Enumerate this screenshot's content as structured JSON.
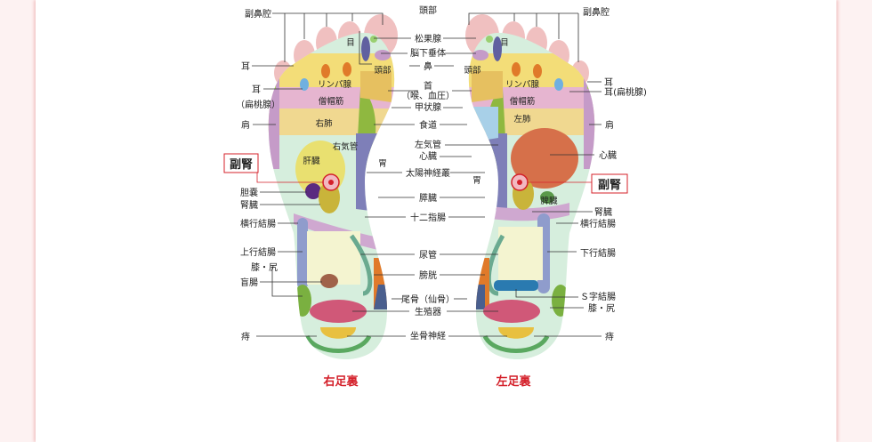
{
  "colors": {
    "accent_red": "#d4202a",
    "heel_bg": "#d6eedd",
    "leader_line": "#333333"
  },
  "center_labels": {
    "head": "頭部",
    "pineal": "松果腺",
    "pituitary": "脳下垂体",
    "nose": "鼻",
    "neck": "首",
    "throat": "（喉、血圧）",
    "thyroid": "甲状腺",
    "esophagus": "食道",
    "left_bronchus": "左気管",
    "heart": "心臓",
    "solar_plexus": "太陽神経叢",
    "pancreas": "膵臓",
    "duodenum": "十二指腸",
    "ureter": "尿管",
    "bladder": "膀胱",
    "coccyx": "尾骨（仙骨）",
    "genitals": "生殖器",
    "sciatic": "坐骨神経"
  },
  "right_foot": {
    "caption": "右足裏",
    "outer_labels": {
      "sinus": "副鼻腔",
      "ear": "耳",
      "ear2": "耳",
      "tonsil": "（扁桃腺）",
      "shoulder": "肩",
      "adrenal": "副腎",
      "gallbladder": "胆嚢",
      "kidney": "腎臓",
      "transverse_colon": "横行結腸",
      "ascending_colon": "上行結腸",
      "knee_hip": "膝・尻",
      "appendix": "盲腸",
      "hemorrhoid": "痔"
    },
    "inner_labels": {
      "eye": "目",
      "head": "頭部",
      "lymph": "リンパ腺",
      "trapezius": "僧帽筋",
      "lung": "右肺",
      "bronchus": "右気管",
      "liver": "肝臓",
      "stomach": "胃"
    }
  },
  "left_foot": {
    "caption": "左足裏",
    "outer_labels": {
      "sinus": "副鼻腔",
      "ear": "耳",
      "ear_tonsil": "耳(扁桃腺)",
      "shoulder": "肩",
      "heart": "心臓",
      "adrenal": "副腎",
      "kidney": "腎臓",
      "transverse_colon": "横行結腸",
      "descending_colon": "下行結腸",
      "sigmoid_colon": "Ｓ字結腸",
      "knee_hip": "膝・尻",
      "hemorrhoid": "痔"
    },
    "inner_labels": {
      "eye": "目",
      "head": "頭部",
      "lymph": "リンパ腺",
      "trapezius": "僧帽筋",
      "lung": "左肺",
      "stomach": "胃",
      "spleen": "脾臓"
    }
  }
}
